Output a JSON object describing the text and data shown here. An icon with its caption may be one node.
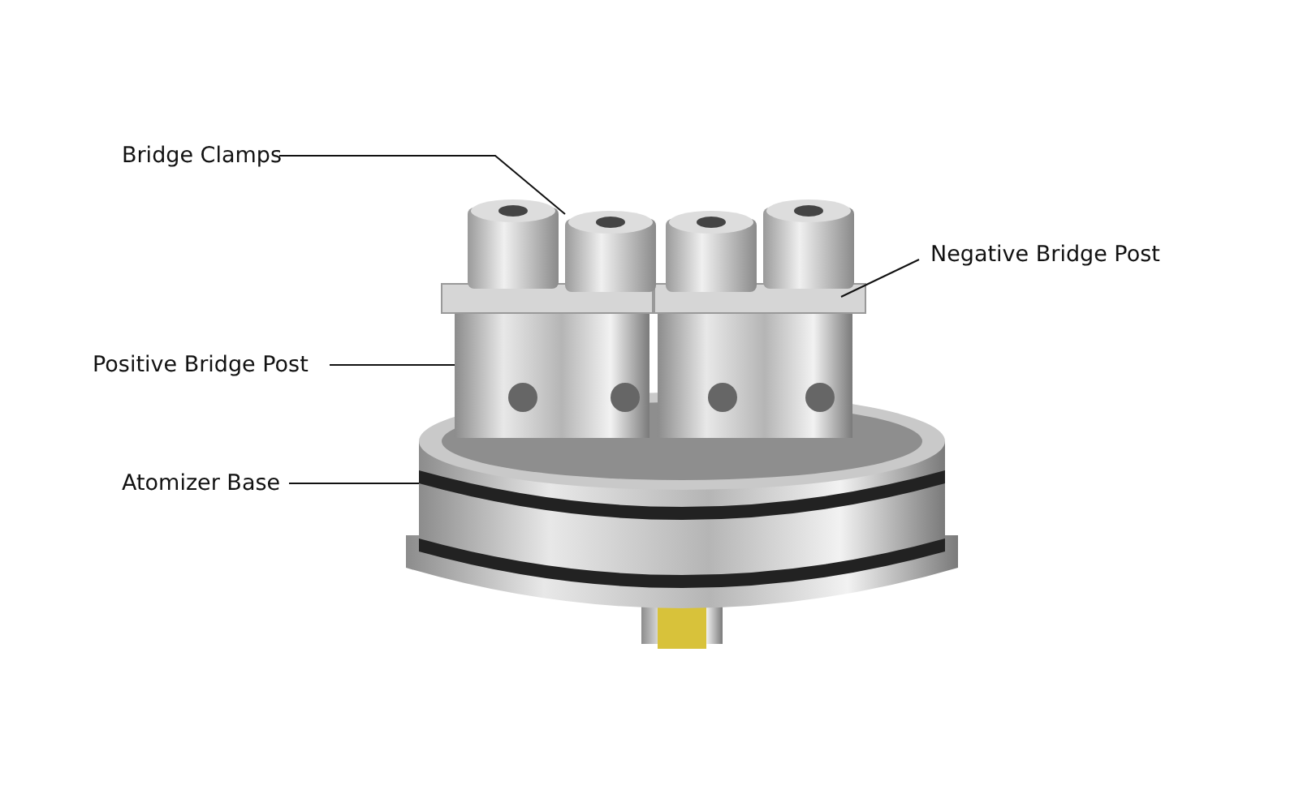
{
  "diagram": {
    "nodes": [
      {
        "text": [
          "Bridge Clamps"
        ]
      },
      {
        "text": [
          "Negative Bridge Post"
        ]
      },
      {
        "text": [
          "Positive Bridge Post"
        ]
      },
      {
        "text": [
          "Atomizer Base"
        ]
      }
    ],
    "edges": [
      {
        "from": 0,
        "to": null,
        "arrow": "none"
      },
      {
        "from": 1,
        "to": null,
        "arrow": "none"
      },
      {
        "from": 2,
        "to": null,
        "arrow": "none"
      },
      {
        "from": 3,
        "to": null,
        "arrow": "none"
      }
    ]
  }
}
